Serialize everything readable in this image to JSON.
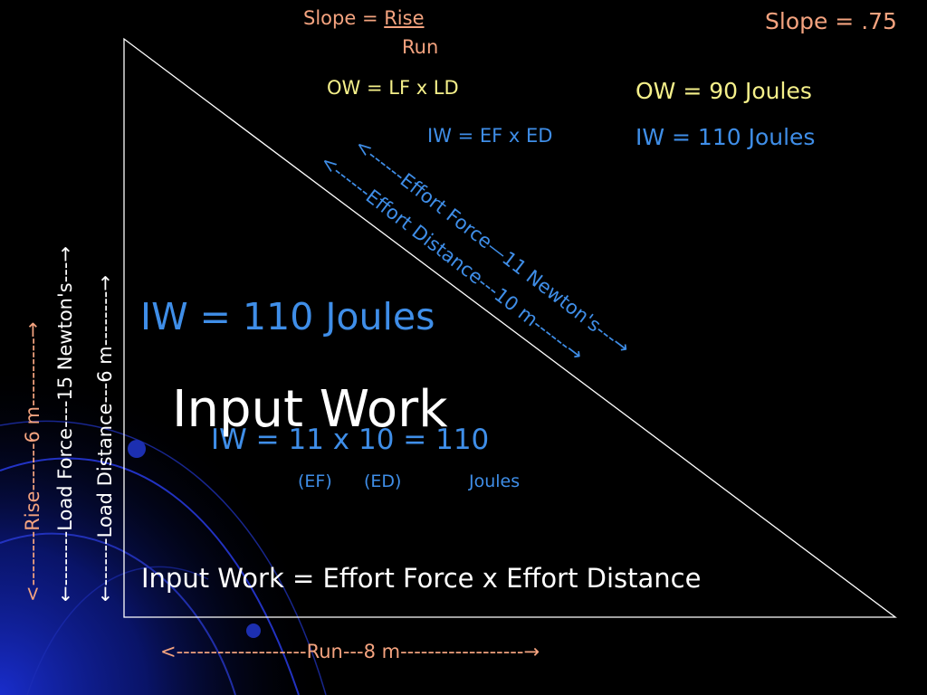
{
  "colors": {
    "background": "#000000",
    "salmon": "#f4a37f",
    "yellow": "#f5f08a",
    "blue": "#3f8ee8",
    "white": "#ffffff",
    "deco_blue": "#1a2fd6"
  },
  "slope_formula": {
    "prefix": "Slope = ",
    "numerator": "Rise",
    "denominator": "Run"
  },
  "slope_value": "Slope = .75",
  "ow_formula": "OW = LF x LD",
  "iw_formula": "IW = EF x ED",
  "ow_value": "OW = 90 Joules",
  "iw_value": "IW = 110 Joules",
  "iw_big": "IW = 110 Joules",
  "title": "Input Work",
  "calc": {
    "equation": "IW = 11 x 10 = 110",
    "ef_label": "(EF)",
    "ed_label": "(ED)",
    "unit_label": "Joules"
  },
  "definition": "Input Work = Effort Force x Effort Distance",
  "arrows": {
    "run": "<-------------------Run---8 m------------------→",
    "rise": "<--------Rise-------6 m----------→",
    "load_force": "←--------Load Force----15 Newton's---→",
    "load_distance": "←-------Load Distance---6 m--------→",
    "effort_force": "<------Effort Force—11 Newton's---→",
    "effort_distance": "<------Effort Distance---10 m------→"
  }
}
